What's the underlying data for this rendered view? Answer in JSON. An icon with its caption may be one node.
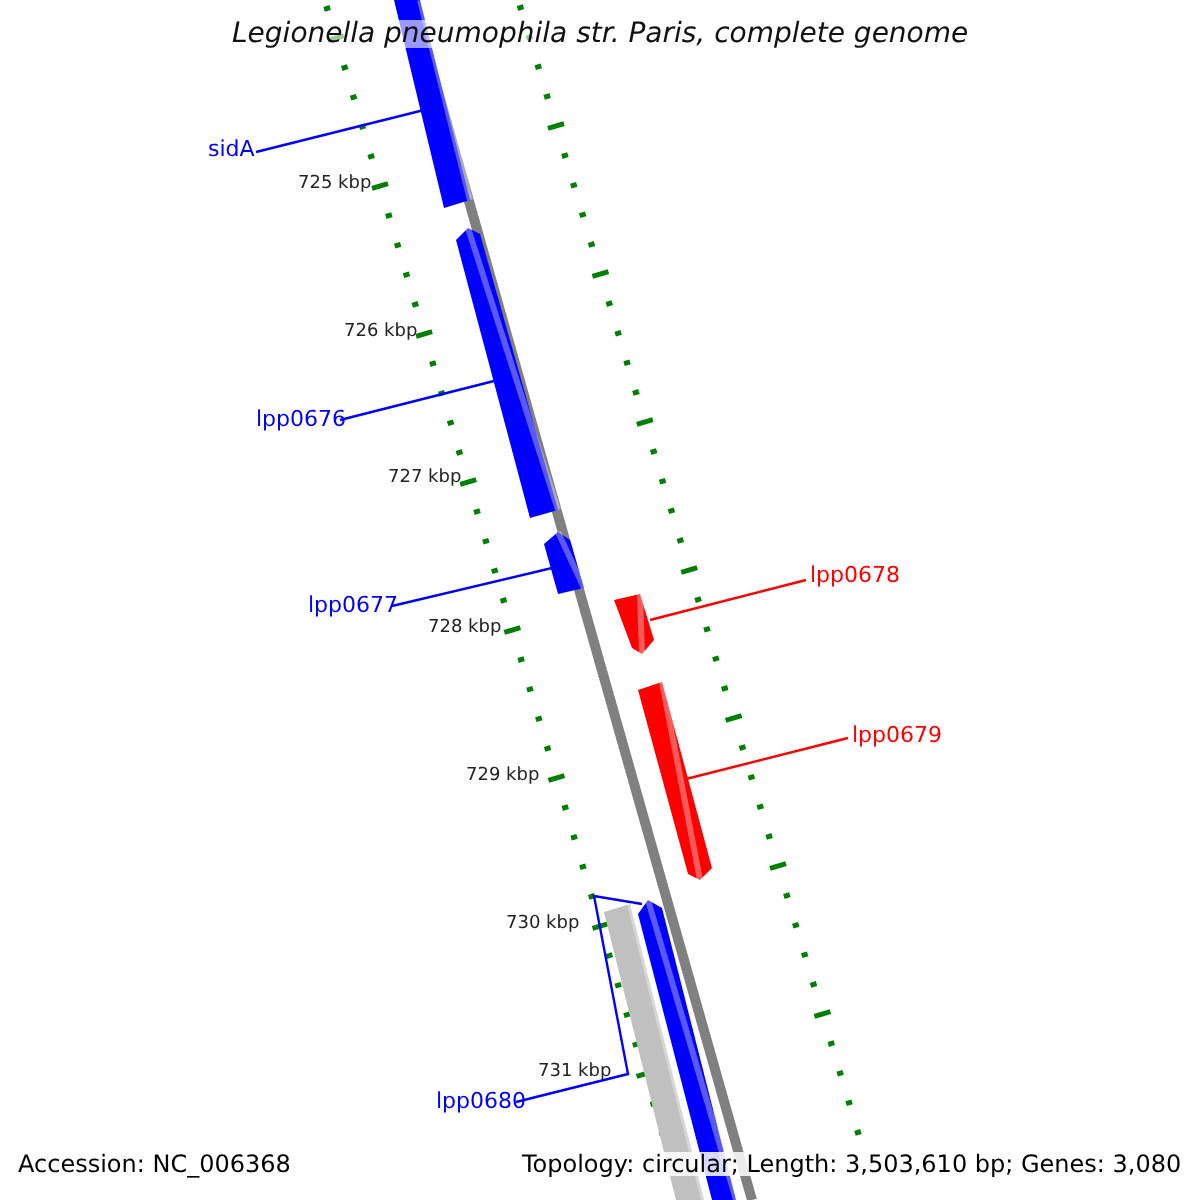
{
  "diagram": {
    "title": "Legionella pneumophila str. Paris, complete genome",
    "nodes": [
      {
        "text": [
          "sidA"
        ]
      },
      {
        "text": [],
        "shape": "bar"
      },
      {
        "text": [
          "lpp0676"
        ]
      },
      {
        "text": [],
        "shape": "bar"
      },
      {
        "text": [
          "lpp0677"
        ]
      },
      {
        "text": [],
        "shape": "bar"
      },
      {
        "text": [
          "lpp0678"
        ]
      },
      {
        "text": [],
        "shape": "bar"
      },
      {
        "text": [
          "lpp0679"
        ]
      },
      {
        "text": [],
        "shape": "bar"
      },
      {
        "text": [],
        "shape": "bar"
      },
      {
        "text": [
          "lpp0680"
        ]
      },
      {
        "text": [],
        "shape": "bar"
      }
    ],
    "edges": [
      {
        "from": 0,
        "to": 1,
        "arrow": "none"
      },
      {
        "from": 2,
        "to": 3,
        "arrow": "none"
      },
      {
        "from": 4,
        "to": 5,
        "arrow": "none"
      },
      {
        "from": 6,
        "to": 7,
        "arrow": "none",
        "color": "#ff0000"
      },
      {
        "from": 8,
        "to": 9,
        "arrow": "none",
        "color": "#ff0000"
      },
      {
        "from": 11,
        "to": 12,
        "arrow": "none"
      }
    ],
    "labels": [
      "725 kbp",
      "726 kbp",
      "727 kbp",
      "728 kbp",
      "729 kbp",
      "730 kbp",
      "731 kbp",
      "Accession: NC_006368",
      "Topology: circular; Length: 3,503,610 bp; Genes: 3,080"
    ]
  }
}
